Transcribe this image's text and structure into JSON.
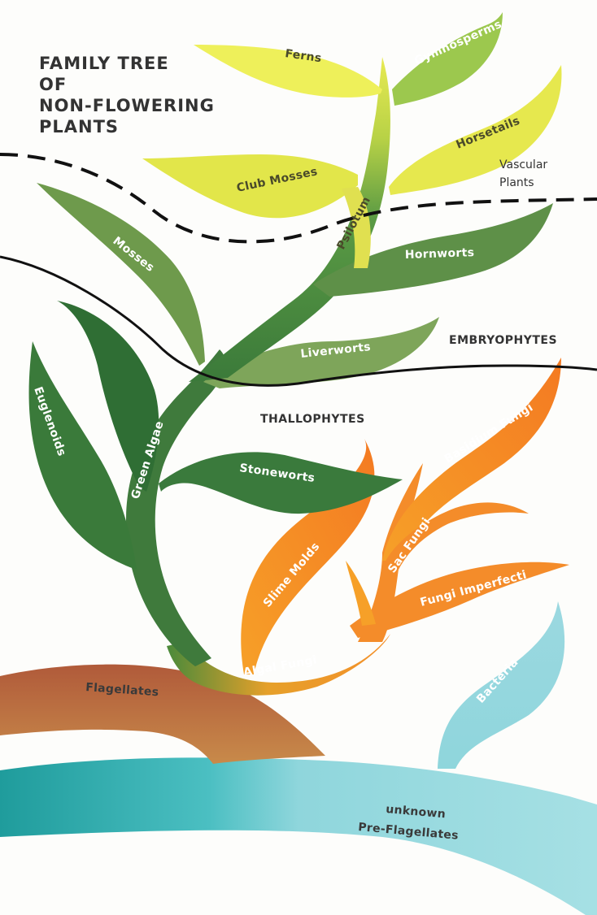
{
  "title": {
    "line1": "FAMILY  TREE",
    "line2": "OF",
    "line3": "NON-FLOWERING",
    "line4": "PLANTS"
  },
  "zones": {
    "vascular_line1": "Vascular",
    "vascular_line2": "Plants",
    "embryophytes": "EMBRYOPHYTES",
    "thallophytes": "THALLOPHYTES"
  },
  "groups": {
    "ferns": "Ferns",
    "gymnosperms": "Gymnosperms",
    "horsetails": "Horsetails",
    "club_mosses": "Club Mosses",
    "psilotum": "Psilotum",
    "hornworts": "Hornworts",
    "mosses": "Mosses",
    "liverworts": "Liverworts",
    "green_algae": "Green Algae",
    "euglenoids": "Euglenoids",
    "stoneworts": "Stoneworts",
    "basidium_fungi": "Basidium Fungi",
    "sac_fungi": "Sac Fungi",
    "slime_molds": "Slime Molds",
    "fungi_imperfecti": "Fungi Imperfecti",
    "algal_fungi": "Algal Fungi",
    "flagellates": "Flagellates",
    "bacteria": "Bacteria",
    "pre_line1": "unknown",
    "pre_line2": "Pre-Flagellates"
  },
  "colors": {
    "background": "#fdfdfb",
    "yellow": "#e4e84a",
    "light_green": "#8fc45a",
    "moss_green": "#5e9048",
    "dark_green": "#3f7a3c",
    "orange": "#f48c2a",
    "brown": "#b5683a",
    "teal": "#2aa8a8",
    "aqua": "#8fd6dc"
  }
}
